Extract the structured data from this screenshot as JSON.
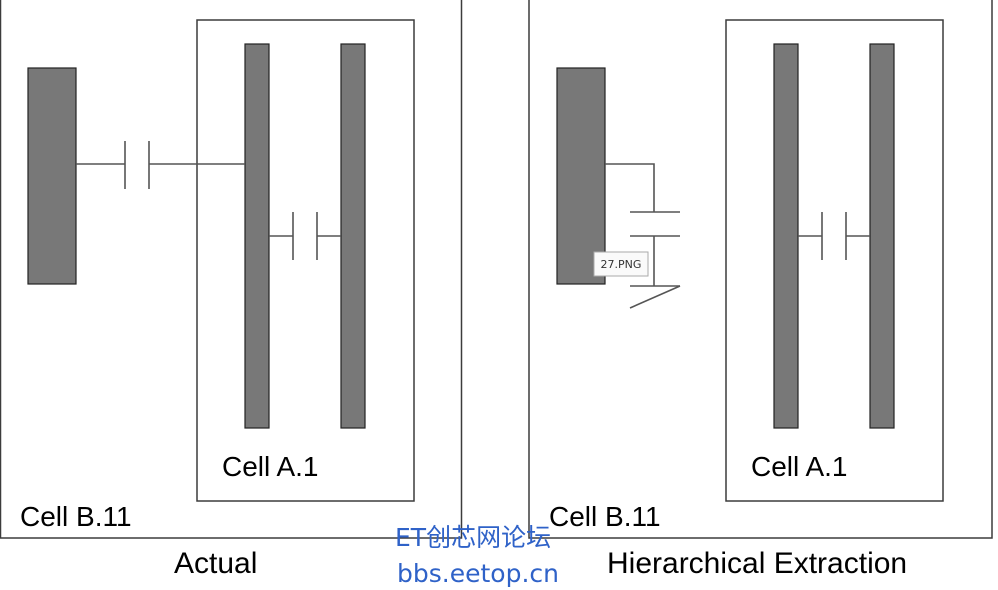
{
  "left_panel": {
    "outer_cell_label": "Cell B.11",
    "inner_cell_label": "Cell A.1",
    "caption": "Actual"
  },
  "right_panel": {
    "outer_cell_label": "Cell B.11",
    "inner_cell_label": "Cell A.1",
    "caption": "Hierarchical Extraction",
    "tooltip": "27.PNG"
  },
  "watermark": {
    "line1": "ET创芯网论坛",
    "line2": "bbs.eetop.cn"
  },
  "colors": {
    "wire": "#5a5a5a",
    "line": "#555555",
    "frame": "#3c3c3c",
    "watermark": "#2f62c8"
  }
}
